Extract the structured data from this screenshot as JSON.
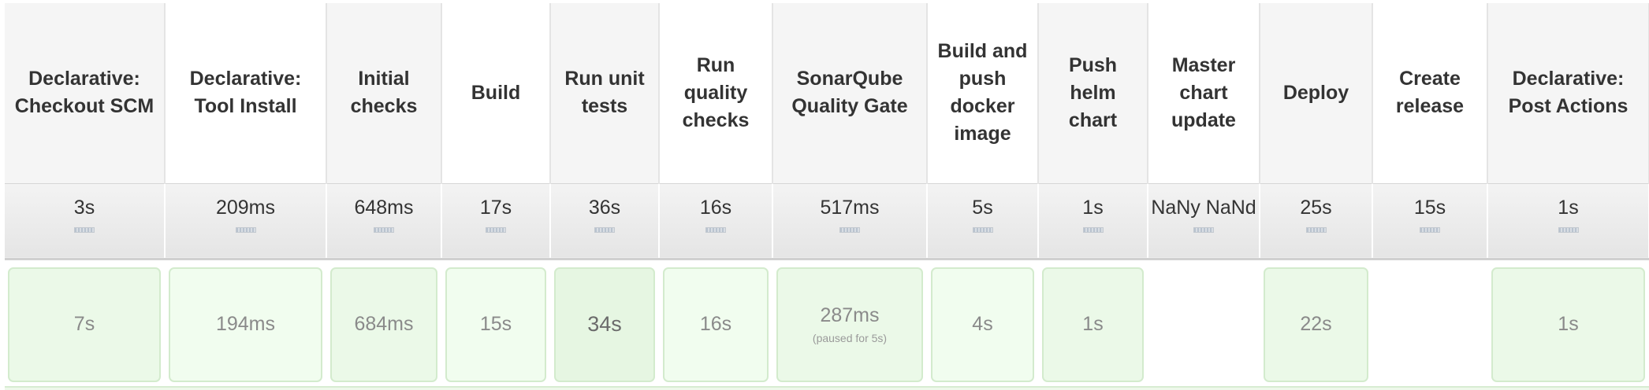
{
  "stages": [
    {
      "name": "Declarative: Checkout SCM",
      "avg": "3s",
      "run": "7s",
      "note": ""
    },
    {
      "name": "Declarative: Tool Install",
      "avg": "209ms",
      "run": "194ms",
      "note": ""
    },
    {
      "name": "Initial checks",
      "avg": "648ms",
      "run": "684ms",
      "note": ""
    },
    {
      "name": "Build",
      "avg": "17s",
      "run": "15s",
      "note": ""
    },
    {
      "name": "Run unit tests",
      "avg": "36s",
      "run": "34s",
      "note": ""
    },
    {
      "name": "Run quality checks",
      "avg": "16s",
      "run": "16s",
      "note": ""
    },
    {
      "name": "SonarQube Quality Gate",
      "avg": "517ms",
      "run": "287ms",
      "note": "(paused for 5s)"
    },
    {
      "name": "Build and push docker image",
      "avg": "5s",
      "run": "4s",
      "note": ""
    },
    {
      "name": "Push helm chart",
      "avg": "1s",
      "run": "1s",
      "note": ""
    },
    {
      "name": "Master chart update",
      "avg": "NaNy NaNd",
      "run": "",
      "note": ""
    },
    {
      "name": "Deploy",
      "avg": "25s",
      "run": "22s",
      "note": ""
    },
    {
      "name": "Create release",
      "avg": "15s",
      "run": "",
      "note": ""
    },
    {
      "name": "Declarative: Post Actions",
      "avg": "1s",
      "run": "1s",
      "note": ""
    }
  ],
  "colors": {
    "success_cell": "#ebf9e8",
    "success_border": "#d3ebcd",
    "header_alt": "#f5f5f5"
  }
}
